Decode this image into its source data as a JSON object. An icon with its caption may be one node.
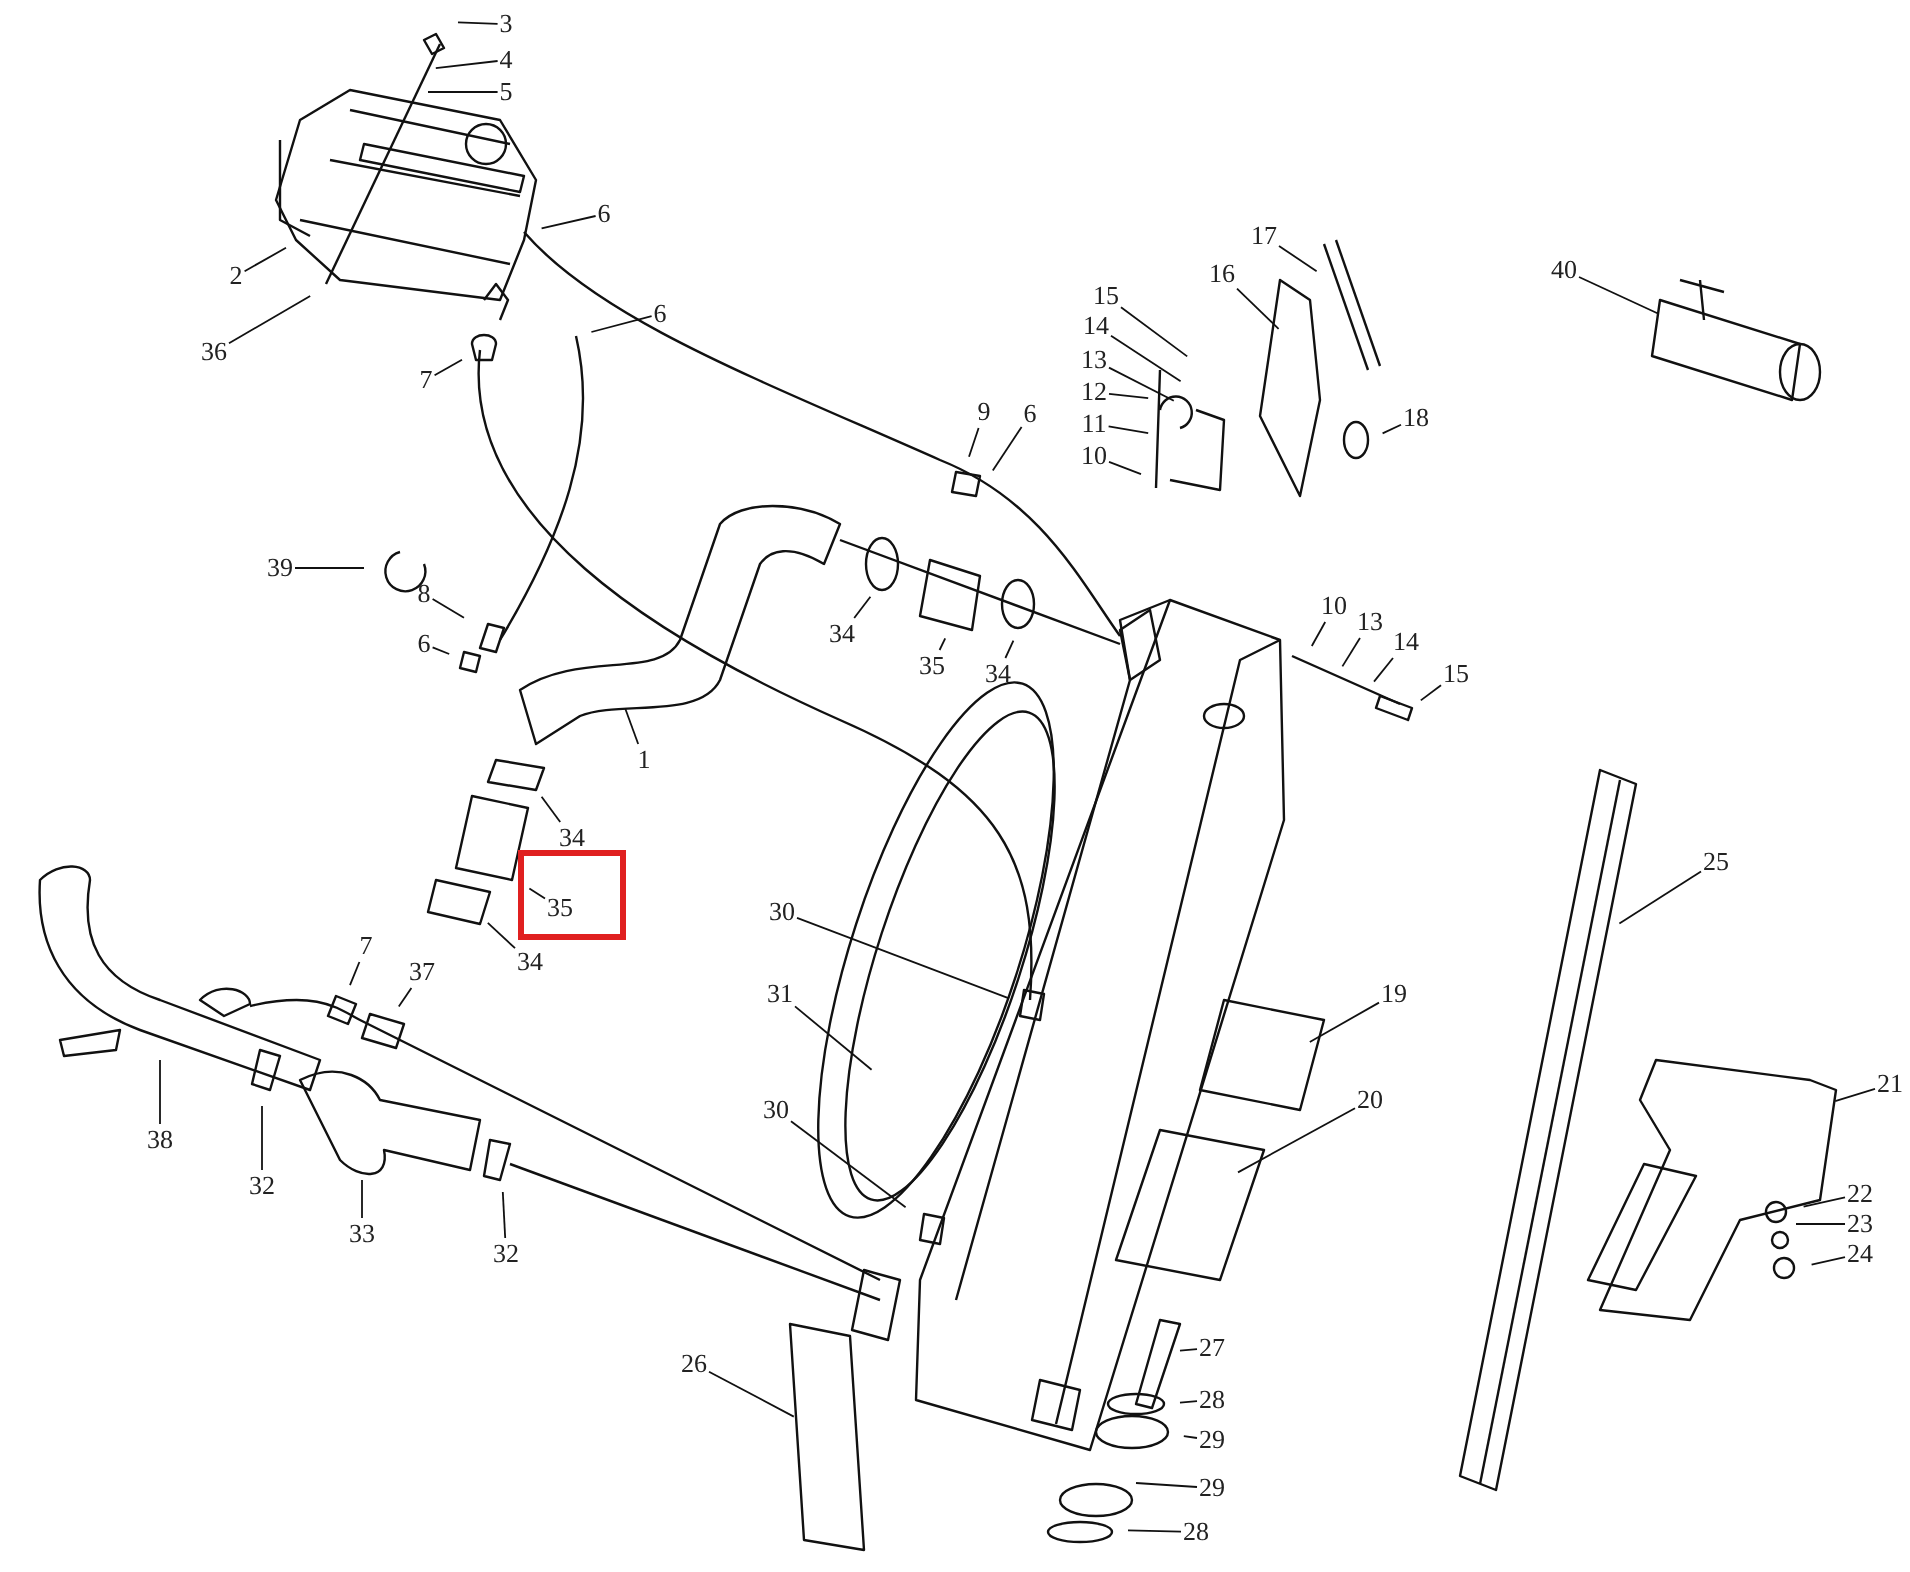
{
  "diagram": {
    "nodes": [
      {
        "text": [
          "3"
        ]
      },
      {
        "text": [
          "4"
        ]
      },
      {
        "text": [
          "5"
        ]
      },
      {
        "text": [
          "2"
        ]
      },
      {
        "text": [
          "36"
        ]
      },
      {
        "text": [
          "6"
        ]
      },
      {
        "text": [
          "6"
        ]
      },
      {
        "text": [
          "7"
        ]
      },
      {
        "text": [
          "17"
        ]
      },
      {
        "text": [
          "16"
        ]
      },
      {
        "text": [
          "15"
        ]
      },
      {
        "text": [
          "14"
        ]
      },
      {
        "text": [
          "13"
        ]
      },
      {
        "text": [
          "12"
        ]
      },
      {
        "text": [
          "11"
        ]
      },
      {
        "text": [
          "10"
        ]
      },
      {
        "text": [
          "18"
        ]
      },
      {
        "text": [
          "40"
        ]
      },
      {
        "text": [
          "9"
        ]
      },
      {
        "text": [
          "6"
        ]
      },
      {
        "text": [
          "39"
        ]
      },
      {
        "text": [
          "8"
        ]
      },
      {
        "text": [
          "6"
        ]
      },
      {
        "text": [
          "34"
        ]
      },
      {
        "text": [
          "35"
        ]
      },
      {
        "text": [
          "34"
        ]
      },
      {
        "text": [
          "10"
        ]
      },
      {
        "text": [
          "13"
        ]
      },
      {
        "text": [
          "14"
        ]
      },
      {
        "text": [
          "15"
        ]
      },
      {
        "text": [
          "1"
        ]
      },
      {
        "text": [
          "34"
        ]
      },
      {
        "text": [
          "35"
        ]
      },
      {
        "text": [
          "34"
        ]
      },
      {
        "text": [
          "25"
        ]
      },
      {
        "text": [
          "30"
        ]
      },
      {
        "text": [
          "31"
        ]
      },
      {
        "text": [
          "19"
        ]
      },
      {
        "text": [
          "20"
        ]
      },
      {
        "text": [
          "21"
        ]
      },
      {
        "text": [
          "7"
        ]
      },
      {
        "text": [
          "37"
        ]
      },
      {
        "text": [
          "38"
        ]
      },
      {
        "text": [
          "32"
        ]
      },
      {
        "text": [
          "33"
        ]
      },
      {
        "text": [
          "32"
        ]
      },
      {
        "text": [
          "30"
        ]
      },
      {
        "text": [
          "22"
        ]
      },
      {
        "text": [
          "23"
        ]
      },
      {
        "text": [
          "24"
        ]
      },
      {
        "text": [
          "27"
        ]
      },
      {
        "text": [
          "26"
        ]
      },
      {
        "text": [
          "28"
        ]
      },
      {
        "text": [
          "29"
        ]
      },
      {
        "text": [
          "29"
        ]
      },
      {
        "text": [
          "28"
        ]
      }
    ],
    "edges": [
      {
        "from": 0,
        "to": null,
        "arrow": "none"
      },
      {
        "from": 1,
        "to": null,
        "arrow": "none"
      },
      {
        "from": 2,
        "to": null,
        "arrow": "none"
      },
      {
        "from": 3,
        "to": null,
        "arrow": "none"
      },
      {
        "from": 4,
        "to": null,
        "arrow": "none"
      },
      {
        "from": 5,
        "to": null,
        "arrow": "none"
      },
      {
        "from": 6,
        "to": null,
        "arrow": "none"
      },
      {
        "from": 7,
        "to": null,
        "arrow": "none"
      },
      {
        "from": 8,
        "to": null,
        "arrow": "none"
      },
      {
        "from": 9,
        "to": null,
        "arrow": "none"
      },
      {
        "from": 10,
        "to": null,
        "arrow": "none"
      },
      {
        "from": 11,
        "to": null,
        "arrow": "none"
      },
      {
        "from": 12,
        "to": null,
        "arrow": "none"
      },
      {
        "from": 13,
        "to": null,
        "arrow": "none"
      },
      {
        "from": 14,
        "to": null,
        "arrow": "none"
      },
      {
        "from": 15,
        "to": null,
        "arrow": "none"
      },
      {
        "from": 16,
        "to": null,
        "arrow": "none"
      },
      {
        "from": 17,
        "to": null,
        "arrow": "none"
      },
      {
        "from": 18,
        "to": null,
        "arrow": "none"
      },
      {
        "from": 19,
        "to": null,
        "arrow": "none"
      },
      {
        "from": 20,
        "to": null,
        "arrow": "none"
      },
      {
        "from": 21,
        "to": null,
        "arrow": "none"
      },
      {
        "from": 22,
        "to": null,
        "arrow": "none"
      },
      {
        "from": 23,
        "to": null,
        "arrow": "none"
      },
      {
        "from": 24,
        "to": null,
        "arrow": "none"
      },
      {
        "from": 25,
        "to": null,
        "arrow": "none"
      },
      {
        "from": 26,
        "to": null,
        "arrow": "none"
      },
      {
        "from": 27,
        "to": null,
        "arrow": "none"
      },
      {
        "from": 28,
        "to": null,
        "arrow": "none"
      },
      {
        "from": 29,
        "to": null,
        "arrow": "none"
      },
      {
        "from": 30,
        "to": null,
        "arrow": "none"
      },
      {
        "from": 31,
        "to": null,
        "arrow": "none"
      },
      {
        "from": 32,
        "to": null,
        "arrow": "none"
      },
      {
        "from": 33,
        "to": null,
        "arrow": "none"
      },
      {
        "from": 34,
        "to": null,
        "arrow": "none"
      },
      {
        "from": 35,
        "to": null,
        "arrow": "none"
      },
      {
        "from": 36,
        "to": null,
        "arrow": "none"
      },
      {
        "from": 37,
        "to": null,
        "arrow": "none"
      },
      {
        "from": 38,
        "to": null,
        "arrow": "none"
      },
      {
        "from": 39,
        "to": null,
        "arrow": "none"
      },
      {
        "from": 40,
        "to": null,
        "arrow": "none"
      },
      {
        "from": 41,
        "to": null,
        "arrow": "none"
      },
      {
        "from": 42,
        "to": null,
        "arrow": "none"
      },
      {
        "from": 43,
        "to": null,
        "arrow": "none"
      },
      {
        "from": 44,
        "to": null,
        "arrow": "none"
      },
      {
        "from": 45,
        "to": null,
        "arrow": "none"
      },
      {
        "from": 46,
        "to": null,
        "arrow": "none"
      },
      {
        "from": 47,
        "to": null,
        "arrow": "none"
      },
      {
        "from": 48,
        "to": null,
        "arrow": "none"
      },
      {
        "from": 49,
        "to": null,
        "arrow": "none"
      },
      {
        "from": 50,
        "to": null,
        "arrow": "none"
      },
      {
        "from": 51,
        "to": null,
        "arrow": "none"
      },
      {
        "from": 52,
        "to": null,
        "arrow": "none"
      },
      {
        "from": 53,
        "to": null,
        "arrow": "none"
      },
      {
        "from": 54,
        "to": null,
        "arrow": "none"
      },
      {
        "from": 55,
        "to": null,
        "arrow": "none"
      }
    ]
  }
}
